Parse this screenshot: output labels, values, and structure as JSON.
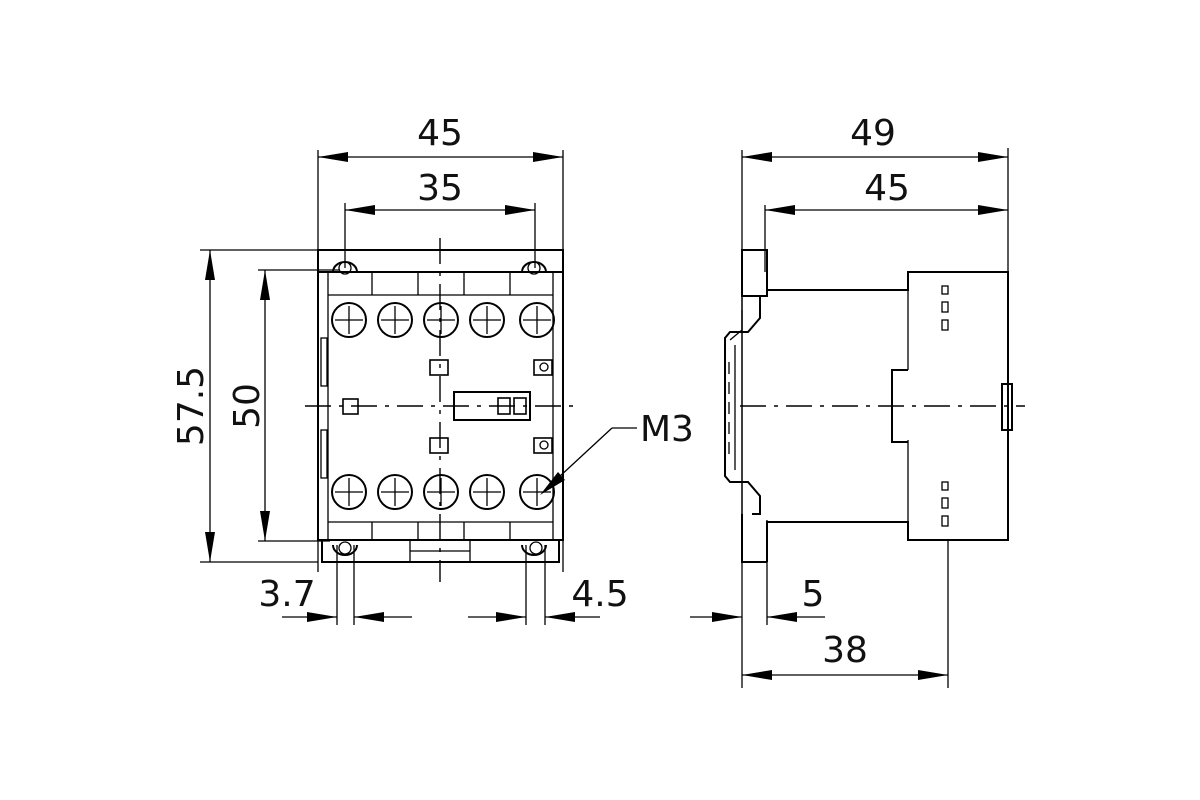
{
  "front_view": {
    "width_overall": "45",
    "mounting_spacing": "35",
    "height_overall": "57.5",
    "height_body": "50",
    "edge_offset_left": "3.7",
    "hole_diameter": "4.5",
    "screw_thread": "M3",
    "terminals_per_row": 5
  },
  "side_view": {
    "depth_overall": "49",
    "depth_body": "45",
    "rail_offset": "5",
    "depth_base": "38"
  }
}
